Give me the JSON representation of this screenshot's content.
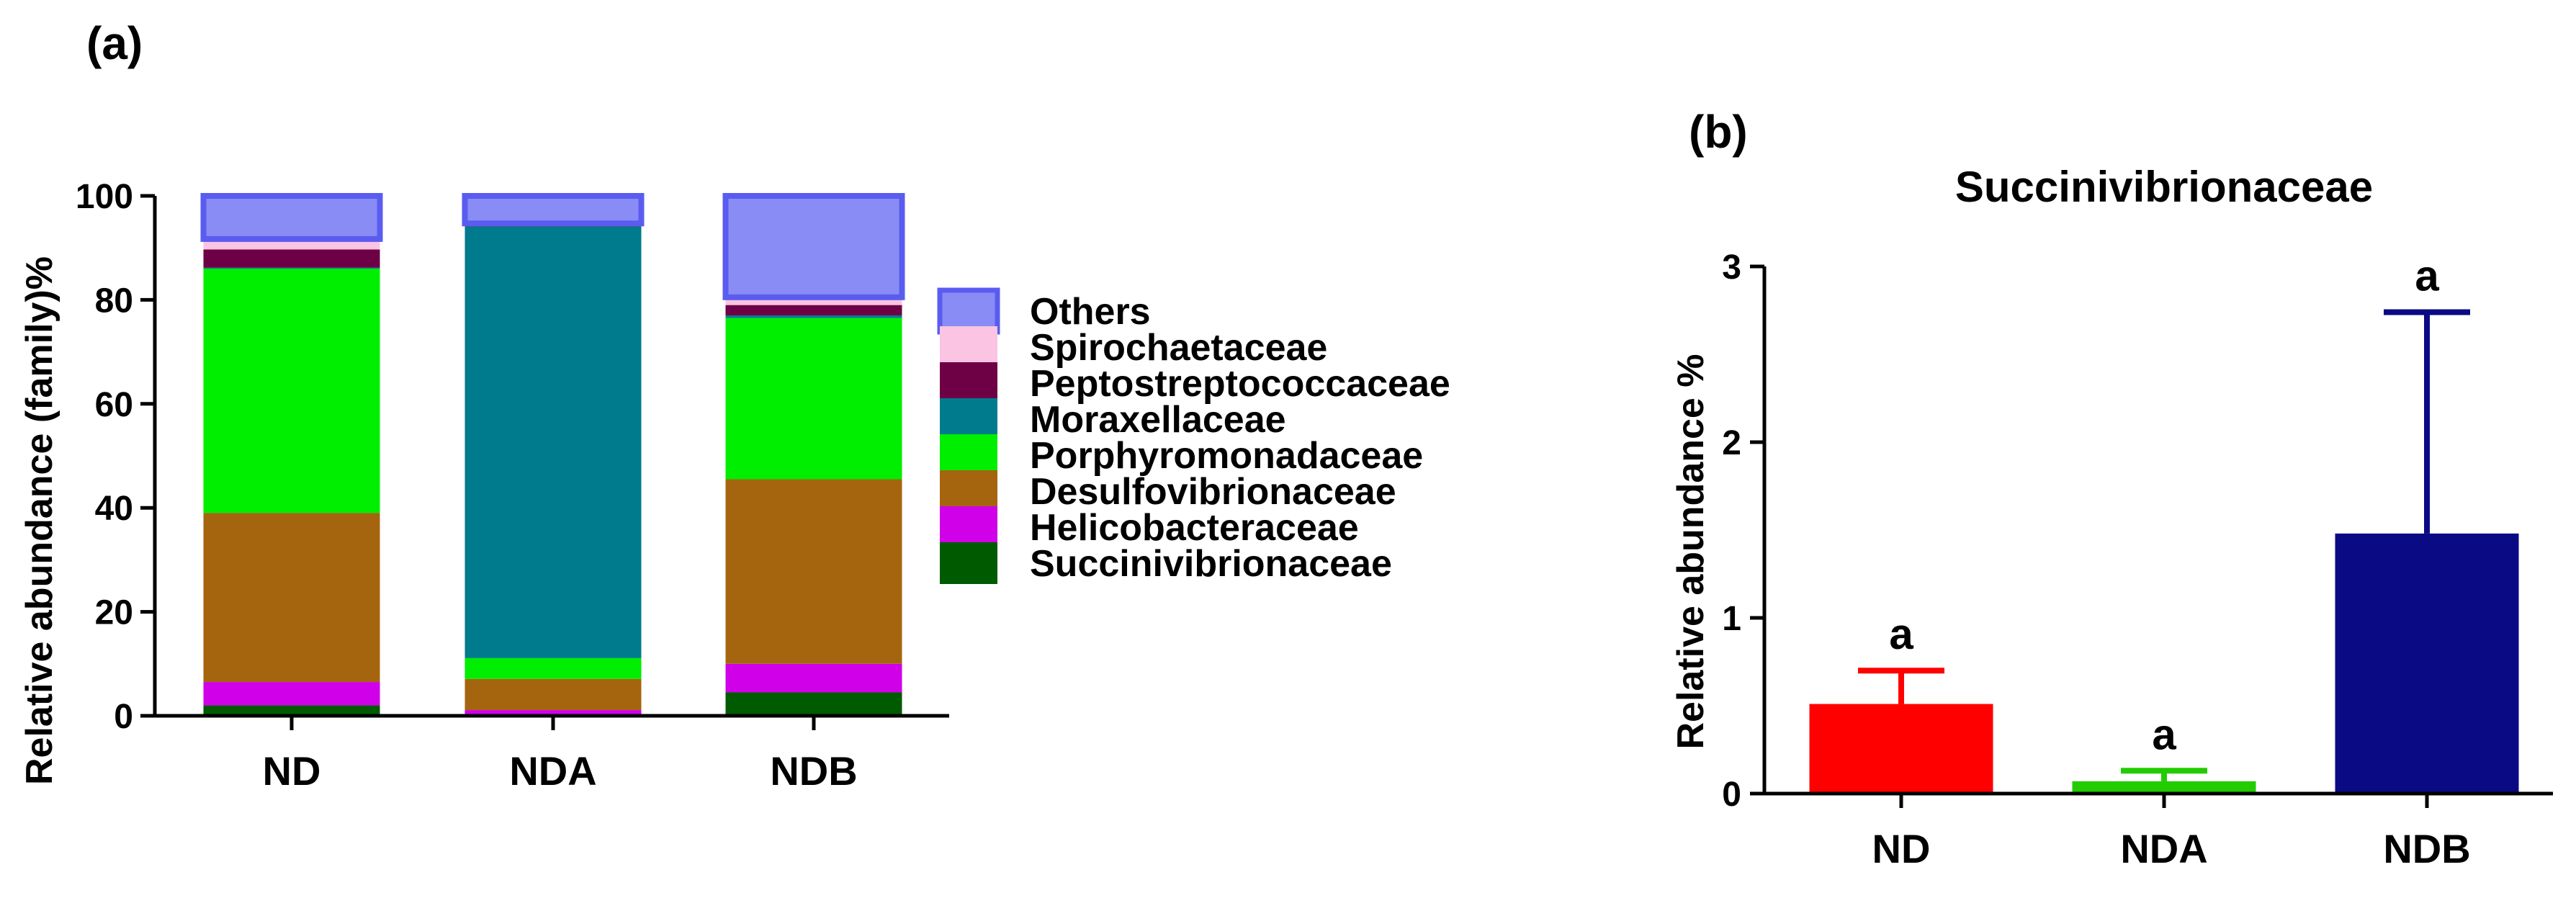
{
  "panels": {
    "a_label": "(a)",
    "b_label": "(b)"
  },
  "chart_data": [
    {
      "type": "bar",
      "stacked": true,
      "title": "",
      "xlabel": "",
      "ylabel": "Relative abundance (family)%",
      "ylim": [
        0,
        100
      ],
      "yticks": [
        "0",
        "20",
        "40",
        "60",
        "80",
        "100"
      ],
      "categories": [
        "ND",
        "NDA",
        "NDB"
      ],
      "legend_position": "right",
      "series": [
        {
          "name": "Succinivibrionaceae",
          "color": "#005A00",
          "values": [
            2,
            0.1,
            4.5
          ]
        },
        {
          "name": "Helicobacteraceae",
          "color": "#D000E8",
          "values": [
            4.5,
            1,
            5.5
          ]
        },
        {
          "name": "Desulfovibrionaceae",
          "color": "#A5650F",
          "values": [
            32.5,
            6,
            35.5
          ]
        },
        {
          "name": "Porphyromonadaceae",
          "color": "#00EE00",
          "values": [
            47,
            4,
            31
          ]
        },
        {
          "name": "Moraxellaceae",
          "color": "#007B8E",
          "values": [
            0.2,
            83,
            0.5
          ]
        },
        {
          "name": "Peptostreptococcaceae",
          "color": "#6E0045",
          "values": [
            3.5,
            0.3,
            2
          ]
        },
        {
          "name": "Spirochaetaceae",
          "color": "#FBC4E2",
          "values": [
            2,
            0.3,
            1.5
          ]
        },
        {
          "name": "Others",
          "color": "#8A8CF5",
          "values": [
            8.3,
            5.3,
            19.5
          ]
        }
      ]
    },
    {
      "type": "bar",
      "title": "Succinivibrionaceae",
      "xlabel": "",
      "ylabel": "Relative abundance %",
      "ylim": [
        0,
        3
      ],
      "yticks": [
        "0",
        "1",
        "2",
        "3"
      ],
      "categories": [
        "ND",
        "NDA",
        "NDB"
      ],
      "values": [
        0.51,
        0.07,
        1.48
      ],
      "errors": [
        0.19,
        0.06,
        1.26
      ],
      "colors": [
        "#FF0000",
        "#22CC00",
        "#0A0A85"
      ],
      "annotations": [
        "a",
        "a",
        "a"
      ]
    }
  ]
}
